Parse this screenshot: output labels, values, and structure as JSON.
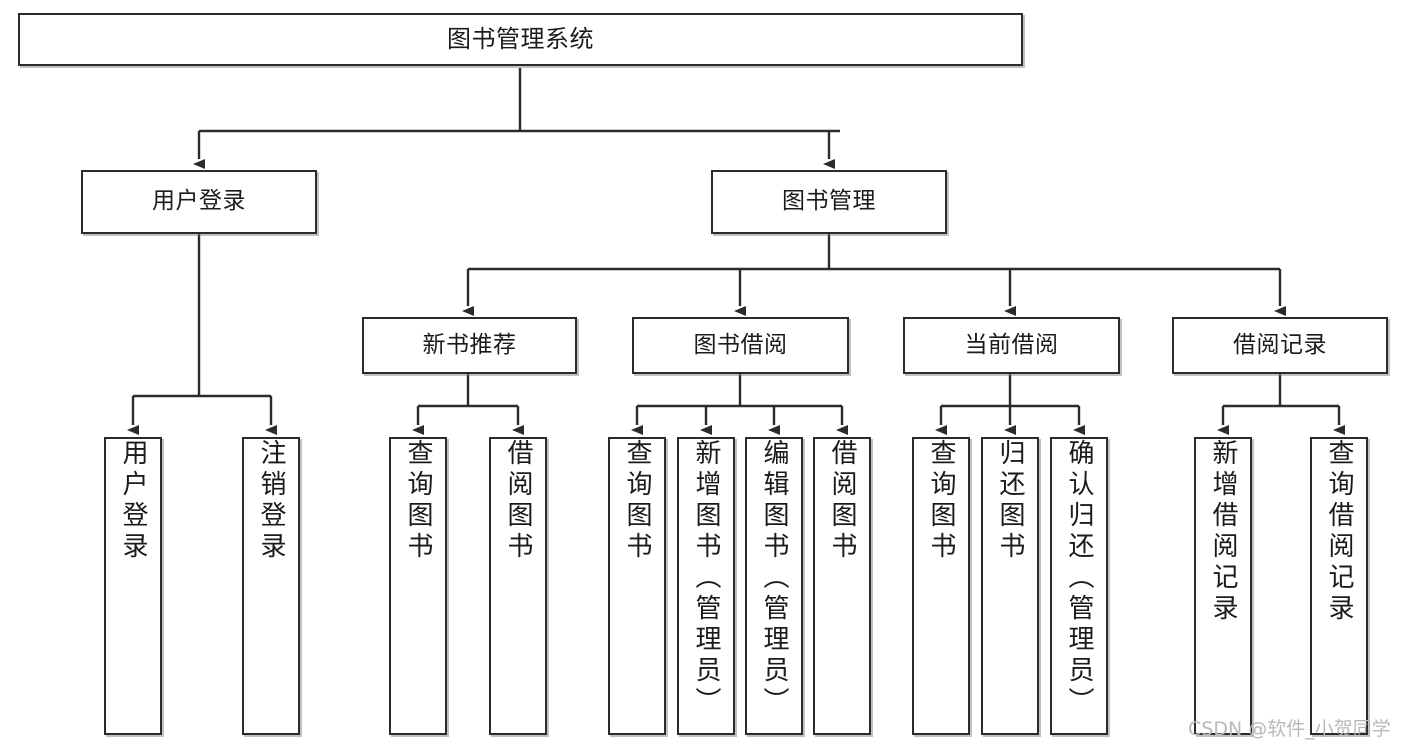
{
  "diagram": {
    "type": "hierarchy-tree",
    "title": "图书管理系统",
    "watermark": "CSDN @软件_小贺同学",
    "colors": {
      "box_border": "#2b2b2b",
      "box_fill": "#ffffff",
      "connector": "#2b2b2b",
      "text": "#1b1b1b",
      "watermark": "#b9b9b9",
      "background": "#ffffff"
    },
    "levels": {
      "root": {
        "label": "图书管理系统"
      },
      "level2": [
        {
          "label": "用户登录"
        },
        {
          "label": "图书管理"
        }
      ],
      "level3": [
        {
          "label": "新书推荐"
        },
        {
          "label": "图书借阅"
        },
        {
          "label": "当前借阅"
        },
        {
          "label": "借阅记录"
        }
      ],
      "leaves_user_login": [
        {
          "label": "用户登录"
        },
        {
          "label": "注销登录"
        }
      ],
      "leaves_new_books": [
        {
          "label": "查询图书"
        },
        {
          "label": "借阅图书"
        }
      ],
      "leaves_borrow": [
        {
          "label": "查询图书"
        },
        {
          "label": "新增图书（管理员）"
        },
        {
          "label": "编辑图书（管理员）"
        },
        {
          "label": "借阅图书"
        }
      ],
      "leaves_current": [
        {
          "label": "查询图书"
        },
        {
          "label": "归还图书"
        },
        {
          "label": "确认归还（管理员）"
        }
      ],
      "leaves_records": [
        {
          "label": "新增借阅记录"
        },
        {
          "label": "查询借阅记录"
        }
      ]
    }
  }
}
